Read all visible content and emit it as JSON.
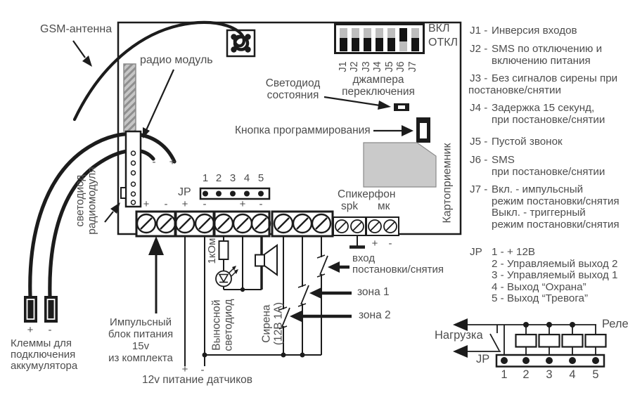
{
  "sym": {
    "plus": "+",
    "minus": "-"
  },
  "left": {
    "gsm_antenna": "GSM-антенна",
    "radio_module": "радио модуль",
    "module_led_lines": [
      "светодиод",
      "радиомодуля"
    ],
    "battery_lines": [
      "Клеммы для",
      "подключения",
      "аккумулятора"
    ]
  },
  "dip": {
    "on_label": "ВКЛ",
    "off_label": "ОТКЛ",
    "caption": [
      "джампера",
      "переключения"
    ],
    "switches": [
      {
        "id": "J1",
        "knob_class": "knob pos-down"
      },
      {
        "id": "J2",
        "knob_class": "knob pos-down"
      },
      {
        "id": "J3",
        "knob_class": "knob pos-down"
      },
      {
        "id": "J4",
        "knob_class": "knob pos-down"
      },
      {
        "id": "J5",
        "knob_class": "knob pos-down"
      },
      {
        "id": "J6",
        "knob_class": "knob pos-up"
      },
      {
        "id": "J7",
        "knob_class": "knob pos-down"
      }
    ]
  },
  "callouts": {
    "status_led_lines": [
      "Светодиод",
      "состояния"
    ],
    "prog_button": "Кнопка программирования",
    "arm_input_lines": [
      "вход",
      "постановки/снятия"
    ],
    "zone1": "зона 1",
    "zone2": "зона 2"
  },
  "board": {
    "speakerphone": "Спикерфон",
    "spk": "spk",
    "mk": "мк",
    "card_reader": "Картоприемник",
    "jp_label": "JP",
    "jp_pins": [
      "1",
      "2",
      "3",
      "4",
      "5"
    ]
  },
  "bottom": {
    "psu_lines": [
      "Импульсный",
      "блок питания",
      "15v",
      "из комплекта"
    ],
    "sensors_power": "12v питание датчиков",
    "resistor": "1кОм",
    "ext_led_lines": [
      "Выносной",
      "светодиод"
    ],
    "siren_lines": [
      "Сирена",
      "(12В 1А)"
    ]
  },
  "legend": {
    "items": [
      {
        "id": "J1 -",
        "lines": [
          "Инверсия входов"
        ]
      },
      {
        "id": "J2 -",
        "lines": [
          "SMS по отключению и",
          "включению питания"
        ]
      },
      {
        "id": "J3 -",
        "lines": [
          "Без сигналов сирены при",
          "постановке/снятии"
        ]
      },
      {
        "id": "J4 -",
        "lines": [
          "Задержка 15 секунд,",
          "при постановке/снятии"
        ]
      },
      {
        "id": "J5 -",
        "lines": [
          "Пустой звонок"
        ]
      },
      {
        "id": "J6 -",
        "lines": [
          "SMS",
          "при постановке/снятии"
        ]
      },
      {
        "id": "J7 -",
        "lines": [
          "Вкл. - импульсный",
          "режим постановки/снятия",
          "Выкл. - триггерный",
          "режим постановки/снятия"
        ]
      },
      {
        "id": "JP",
        "lines": [
          "1 - + 12В",
          "2 - Управляемый выход 2",
          "3 - Управляемый выход 1",
          "4 - Выход “Охрана”",
          "5 - Выход “Тревога”"
        ]
      }
    ]
  },
  "relay": {
    "load": "Нагрузка",
    "jp": "JP",
    "name": "Реле",
    "pins": [
      "1",
      "2",
      "3",
      "4",
      "5"
    ]
  }
}
